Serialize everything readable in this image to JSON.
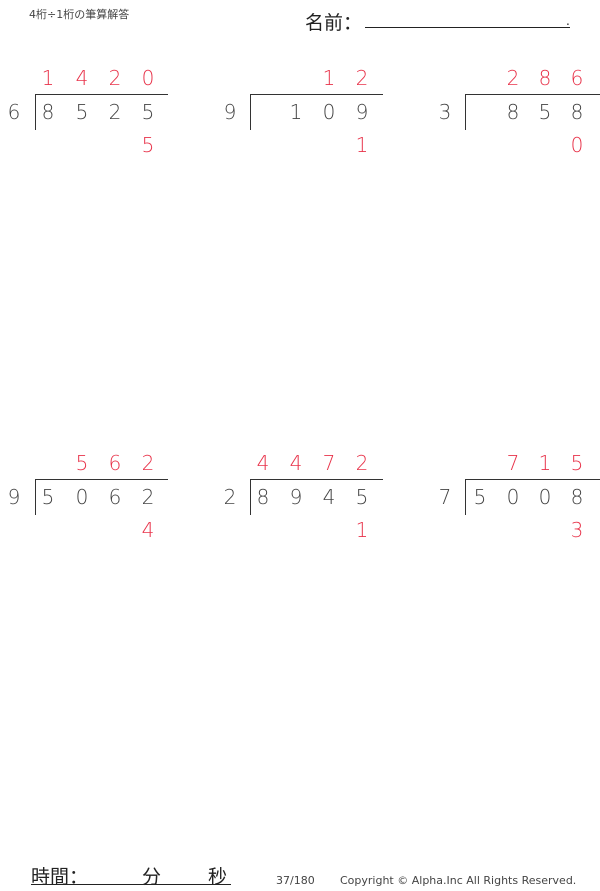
{
  "header": {
    "title": "4桁÷1桁の筆算解答",
    "name_label": "名前：",
    "name_end_dot": "."
  },
  "problems": [
    {
      "divisor": "6",
      "dividend": [
        "8",
        "5",
        "2",
        "5"
      ],
      "quotient": [
        "1",
        "4",
        "2",
        "0"
      ],
      "remainder": "5"
    },
    {
      "divisor": "9",
      "dividend": [
        "",
        "1",
        "0",
        "9"
      ],
      "quotient": [
        "",
        "",
        "1",
        "2"
      ],
      "remainder": "1"
    },
    {
      "divisor": "3",
      "dividend": [
        "",
        "8",
        "5",
        "8"
      ],
      "quotient": [
        "",
        "2",
        "8",
        "6"
      ],
      "remainder": "0"
    },
    {
      "divisor": "9",
      "dividend": [
        "5",
        "0",
        "6",
        "2"
      ],
      "quotient": [
        "",
        "5",
        "6",
        "2"
      ],
      "remainder": "4"
    },
    {
      "divisor": "2",
      "dividend": [
        "8",
        "9",
        "4",
        "5"
      ],
      "quotient": [
        "4",
        "4",
        "7",
        "2"
      ],
      "remainder": "1"
    },
    {
      "divisor": "7",
      "dividend": [
        "5",
        "0",
        "0",
        "8"
      ],
      "quotient": [
        "",
        "7",
        "1",
        "5"
      ],
      "remainder": "3"
    }
  ],
  "footer": {
    "time_label": "時間：",
    "minutes_label": "分",
    "seconds_label": "秒",
    "page": "37/180",
    "copyright": "Copyright © Alpha.Inc All Rights Reserved."
  },
  "colors": {
    "answer_red": "#e8334a",
    "text_dark": "#444444"
  }
}
